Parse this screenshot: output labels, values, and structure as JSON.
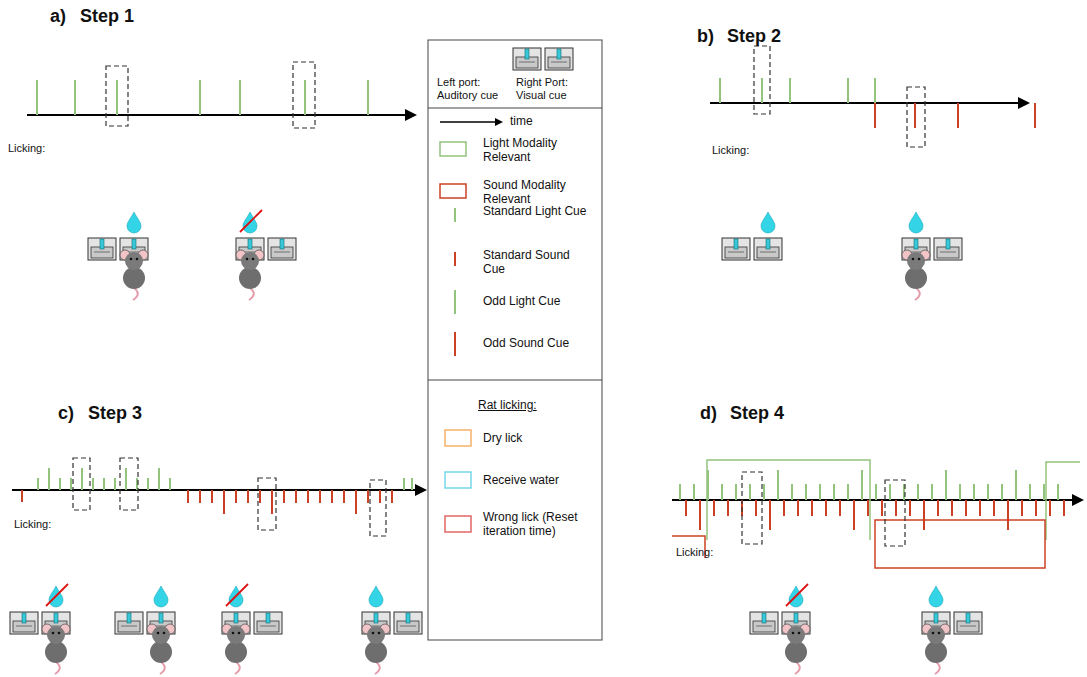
{
  "diagram": {
    "labels": [
      "a)",
      "Step 1",
      "b)",
      "Step 2",
      "c)",
      "Step 3",
      "d)",
      "Step 4",
      "Licking:",
      "Licking:",
      "Licking:",
      "Licking:",
      "Left port: Auditory cue",
      "Right Port: Visual cue",
      "Rat licking:"
    ],
    "legend": [
      {
        "text": "time"
      },
      {
        "text": "Light Modality Relevant"
      },
      {
        "text": "Sound Modality Relevant"
      },
      {
        "text": "Standard Light Cue"
      },
      {
        "text": "Standard Sound Cue"
      },
      {
        "text": "Odd Light Cue"
      },
      {
        "text": "Odd Sound Cue"
      },
      {
        "text": "Dry lick"
      },
      {
        "text": "Receive water"
      },
      {
        "text": "Wrong lick (Reset iteration time)"
      }
    ]
  }
}
